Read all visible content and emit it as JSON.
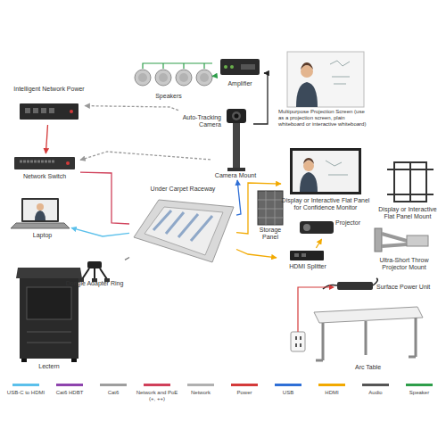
{
  "diagram": {
    "nodes": [
      {
        "text": [
          "Speakers"
        ]
      },
      {
        "text": [
          "Amplifier"
        ]
      },
      {
        "text": [
          "Multipurpose Projection Screen (use as a projection screen, plain whiteboard or interactive whiteboard)"
        ]
      },
      {
        "text": [
          "Intelligent Network Power"
        ]
      },
      {
        "text": [
          "Auto-Tracking Camera"
        ]
      },
      {
        "text": [
          "Network Switch"
        ]
      },
      {
        "text": [
          "Camera Mount"
        ]
      },
      {
        "text": [
          "Display or Interactive Flat Panel for Confidence Monitor"
        ]
      },
      {
        "text": [
          "Display or Interactive Flat Panel Mount"
        ]
      },
      {
        "text": [
          "Under Carpet Raceway"
        ]
      },
      {
        "text": [
          "Storage Panel"
        ]
      },
      {
        "text": [
          "Laptop"
        ]
      },
      {
        "text": [
          "Projector"
        ]
      },
      {
        "text": [
          "Ultra-Short Throw Projector Mount"
        ]
      },
      {
        "text": [
          "HDMI Splitter"
        ]
      },
      {
        "text": [
          "Dongle Adapter Ring"
        ]
      },
      {
        "text": [
          "Surface Power Unit"
        ]
      },
      {
        "text": [
          "Lectern"
        ]
      },
      {
        "text": [
          "Arc Table"
        ]
      }
    ],
    "edges": [
      {
        "from": 1,
        "to": 0,
        "arrow": "to"
      },
      {
        "from": 4,
        "to": 1,
        "arrow": "to"
      },
      {
        "from": 4,
        "to": 3,
        "arrow": "to"
      },
      {
        "from": 6,
        "to": 5,
        "arrow": "to"
      },
      {
        "from": 3,
        "to": 5,
        "arrow": "to"
      },
      {
        "from": 5,
        "to": 9,
        "arrow": "none"
      },
      {
        "from": 9,
        "to": 11,
        "arrow": "to"
      },
      {
        "from": 9,
        "to": 6,
        "arrow": "to"
      },
      {
        "from": 9,
        "to": 7,
        "arrow": "to"
      },
      {
        "from": 9,
        "to": 14,
        "arrow": "to"
      },
      {
        "from": 14,
        "to": 12,
        "arrow": "to"
      },
      {
        "from": 15,
        "to": 9,
        "arrow": "none"
      }
    ],
    "legend": [
      {
        "text": "USB-C to HDMI",
        "color": "#5bc0eb"
      },
      {
        "text": "Cat6 HDBT",
        "color": "#8e44ad"
      },
      {
        "text": "Cat6",
        "color": "#9e9e9e"
      },
      {
        "text": "Network and PoE (+, ++)",
        "color": "#d0405a"
      },
      {
        "text": "Network",
        "color": "#b0b0b0"
      },
      {
        "text": "Power",
        "color": "#d43a3a"
      },
      {
        "text": "USB",
        "color": "#2f6fd6"
      },
      {
        "text": "HDMI",
        "color": "#f2a900"
      },
      {
        "text": "Audio",
        "color": "#555555"
      },
      {
        "text": "Speaker",
        "color": "#2e9e4a"
      }
    ]
  }
}
